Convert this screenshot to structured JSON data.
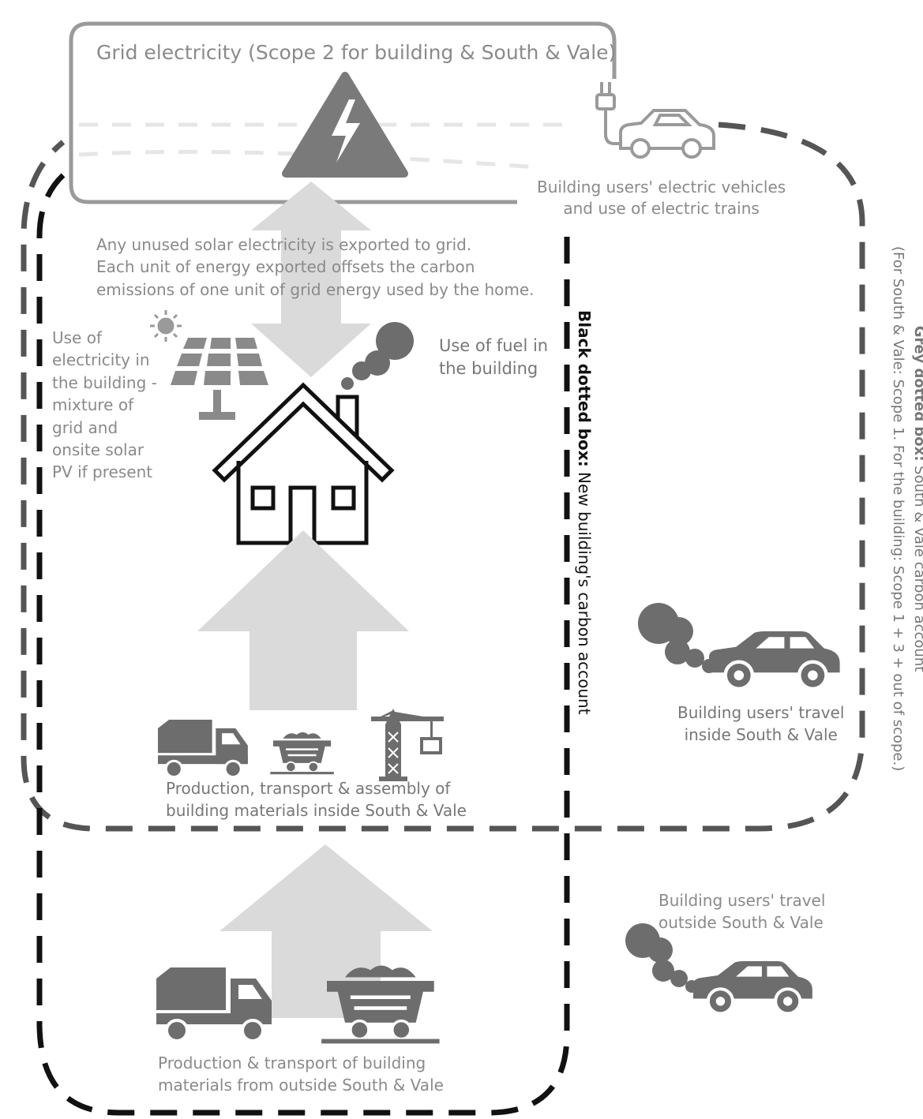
{
  "grid_title": "Grid electricity (Scope 2 for building & South & Vale)",
  "ev_label": [
    "Building users' electric vehicles",
    "and use of electric trains"
  ],
  "export_note": [
    "Any unused solar electricity is exported to grid.",
    "Each unit of energy exported offsets the carbon",
    "emissions of one unit of grid energy used by the home."
  ],
  "electricity_use": [
    "Use of",
    "electricity in",
    "the building -",
    "mixture of",
    "grid and",
    "onsite solar",
    "PV if present"
  ],
  "fuel_use": [
    "Use of fuel in",
    "the building"
  ],
  "materials_inside": [
    "Production, transport & assembly of",
    "building materials inside South & Vale"
  ],
  "materials_outside": [
    "Production & transport of building",
    "materials from outside South & Vale"
  ],
  "travel_inside": [
    "Building users' travel",
    "inside South & Vale"
  ],
  "travel_outside": [
    "Building users' travel",
    "outside South & Vale"
  ],
  "black_box_label": {
    "bold": "Black dotted box:",
    "rest": " New building's carbon account"
  },
  "grey_box_label": {
    "line1_prefix": "Grey ",
    "line1_bold": "dotted box:",
    "line1_rest": " South & Vale carbon account",
    "line2": "(For South & Vale: Scope 1. For the building: Scope 1 + 3 + out of scope.)"
  },
  "colors": {
    "label_grey": "#8a8a8a",
    "icon_grey": "#6d6d6d",
    "arrow_light": "#dadada",
    "dash_dark": "#111111",
    "dash_grey": "#555555"
  },
  "icons": [
    "lightning-warning-icon",
    "plug-icon",
    "electric-car-icon",
    "sun-icon",
    "solar-panel-icon",
    "house-icon",
    "smoke-icon",
    "truck-icon",
    "mine-cart-icon",
    "crane-icon",
    "car-icon"
  ]
}
